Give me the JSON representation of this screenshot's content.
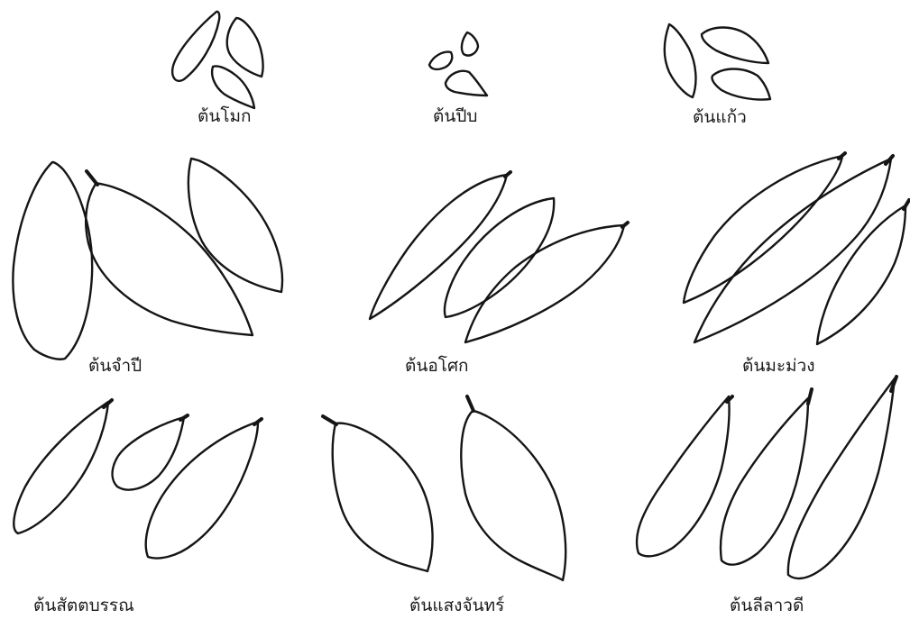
{
  "labels": {
    "mok": "ต้นโมก",
    "pip": "ต้นปีบ",
    "kaeo": "ต้นแก้ว",
    "champi": "ต้นจำปี",
    "asoke": "ต้นอโศก",
    "mamuang": "ต้นมะม่วง",
    "sattaban": "ต้นสัตตบรรณ",
    "saengchan": "ต้นแสงจันทร์",
    "leelawadee": "ต้นลีลาวดี"
  }
}
